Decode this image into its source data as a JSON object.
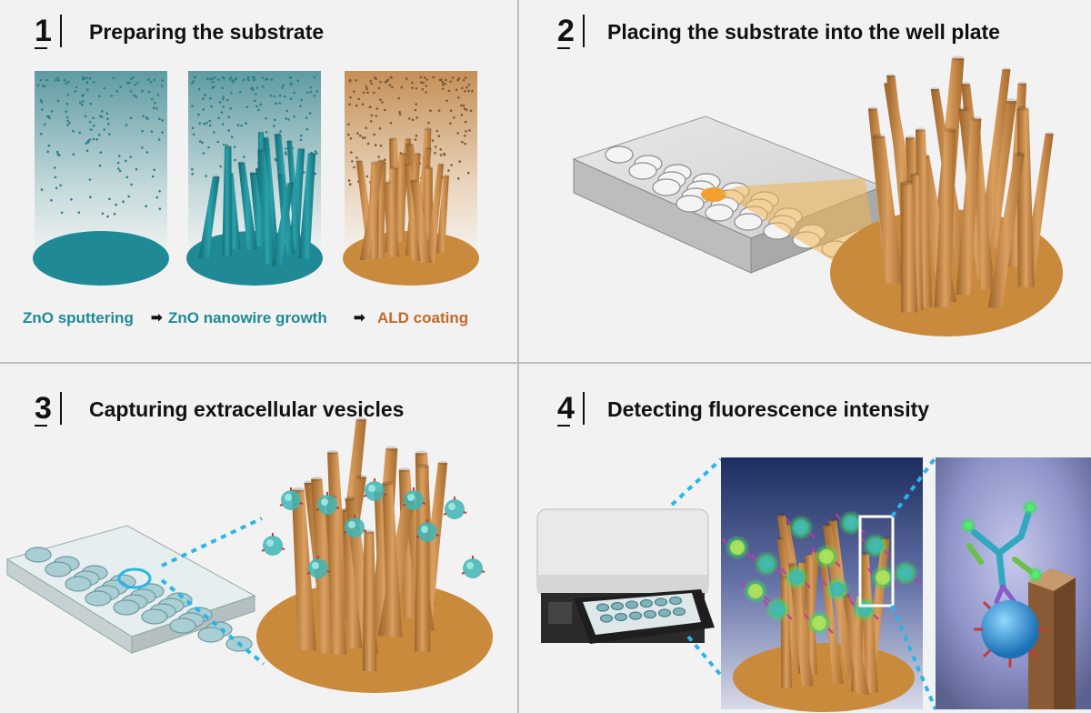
{
  "steps": [
    {
      "number": "1",
      "title": "Preparing the substrate"
    },
    {
      "number": "2",
      "title": "Placing the substrate into the well plate"
    },
    {
      "number": "3",
      "title": "Capturing extracellular vesicles"
    },
    {
      "number": "4",
      "title": "Detecting fluorescence intensity"
    }
  ],
  "process_labels": {
    "zno_sputtering": "ZnO sputtering",
    "zno_growth": "ZnO nanowire growth",
    "ald_coating": "ALD coating",
    "arrow": "➡"
  },
  "colors": {
    "teal": "#1f8a96",
    "teal_dark": "#17707b",
    "orange": "#c98a3c",
    "orange_text": "#c26a2a",
    "background": "#f2f2f2",
    "divider": "#bdbdbd",
    "vesicle": "#3fb5b5",
    "fluorescence": "#3dde5a",
    "callout": "#29b6e6"
  },
  "icons": {
    "substrate_disc": "substrate-disc-icon",
    "nanowire": "nanowire-icon",
    "well_plate": "well-plate-icon",
    "vesicle": "vesicle-icon",
    "plate_reader": "plate-reader-icon",
    "antibody": "antibody-icon"
  }
}
